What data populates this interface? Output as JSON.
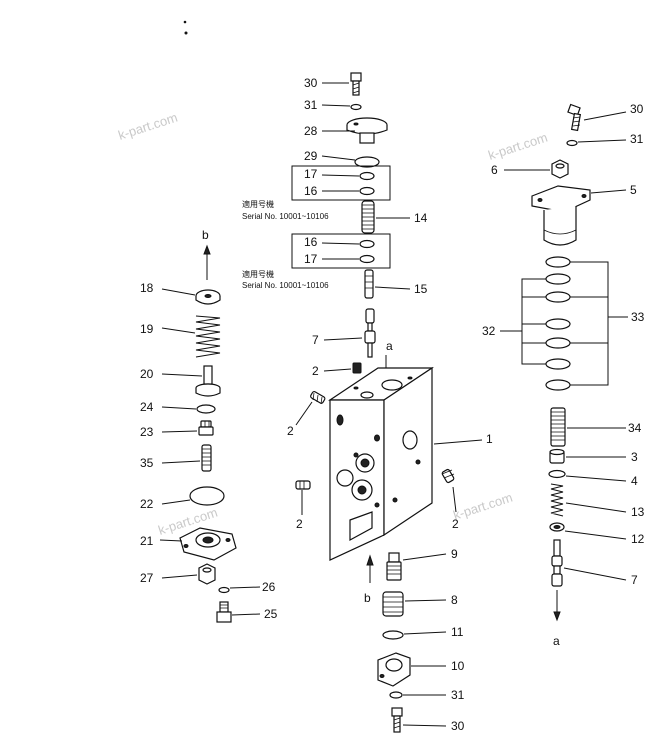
{
  "serial_notes": [
    {
      "heading": "適用号機",
      "text": "Serial No. 10001~10106"
    },
    {
      "heading": "適用号機",
      "text": "Serial No. 10001~10106"
    }
  ],
  "watermark": "k-part.com",
  "callouts": {
    "c30a": "30",
    "c31a": "31",
    "c28": "28",
    "c29": "29",
    "c17a": "17",
    "c16a": "16",
    "c14": "14",
    "c16b": "16",
    "c17b": "17",
    "c15": "15",
    "c7a": "7",
    "c2a": "2",
    "c2b": "2",
    "c1": "1",
    "c2c": "2",
    "c2d": "2",
    "c9": "9",
    "c8": "8",
    "c11": "11",
    "c10": "10",
    "c31b": "31",
    "c30b": "30",
    "c30c": "30",
    "c31c": "31",
    "c6": "6",
    "c5": "5",
    "c32": "32",
    "c33": "33",
    "c34": "34",
    "c3": "3",
    "c4": "4",
    "c13": "13",
    "c12": "12",
    "c7b": "7",
    "c18": "18",
    "c19": "19",
    "c20": "20",
    "c24": "24",
    "c23": "23",
    "c35": "35",
    "c22": "22",
    "c21": "21",
    "c27": "27",
    "c26": "26",
    "c25": "25"
  },
  "flow_marks": {
    "a_top": "a",
    "a_bottom": "a",
    "b_top": "b",
    "b_bottom": "b"
  }
}
